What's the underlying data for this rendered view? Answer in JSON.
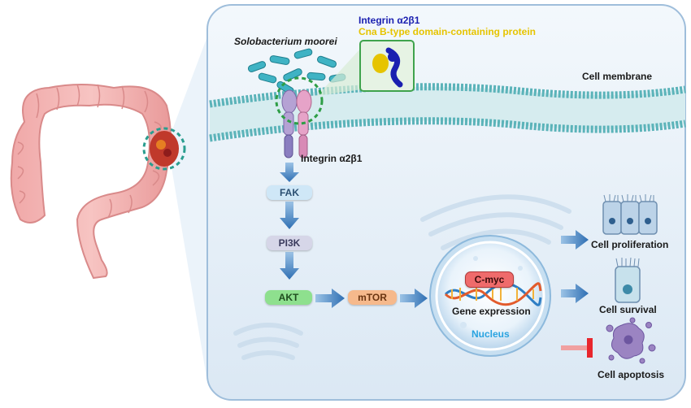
{
  "bacterium": "Solobacterium moorei",
  "inset": {
    "line1": "Integrin α2β1",
    "line2": "Cna B-type domain-containing protein"
  },
  "membrane_label": "Cell membrane",
  "receptor_label": "Integrin α2β1",
  "pathway": {
    "fak": "FAK",
    "pi3k": "PI3K",
    "akt": "AKT",
    "mtor": "mTOR"
  },
  "nucleus": {
    "cmyc": "C-myc",
    "gene_expression": "Gene expression",
    "label": "Nucleus"
  },
  "outcomes": {
    "proliferation": "Cell proliferation",
    "survival": "Cell survival",
    "apoptosis": "Cell apoptosis"
  },
  "colors": {
    "integrin_blue": "#1a1fb0",
    "cna_yellow": "#e6c400",
    "nucleus_blue": "#29a3e0",
    "fak_fill": "#cfe7f7",
    "akt_fill": "#8ee08e",
    "mtor_fill": "#f6b98c",
    "cmyc_fill": "#ef6b6b",
    "inhibit_red": "#e8262d"
  }
}
